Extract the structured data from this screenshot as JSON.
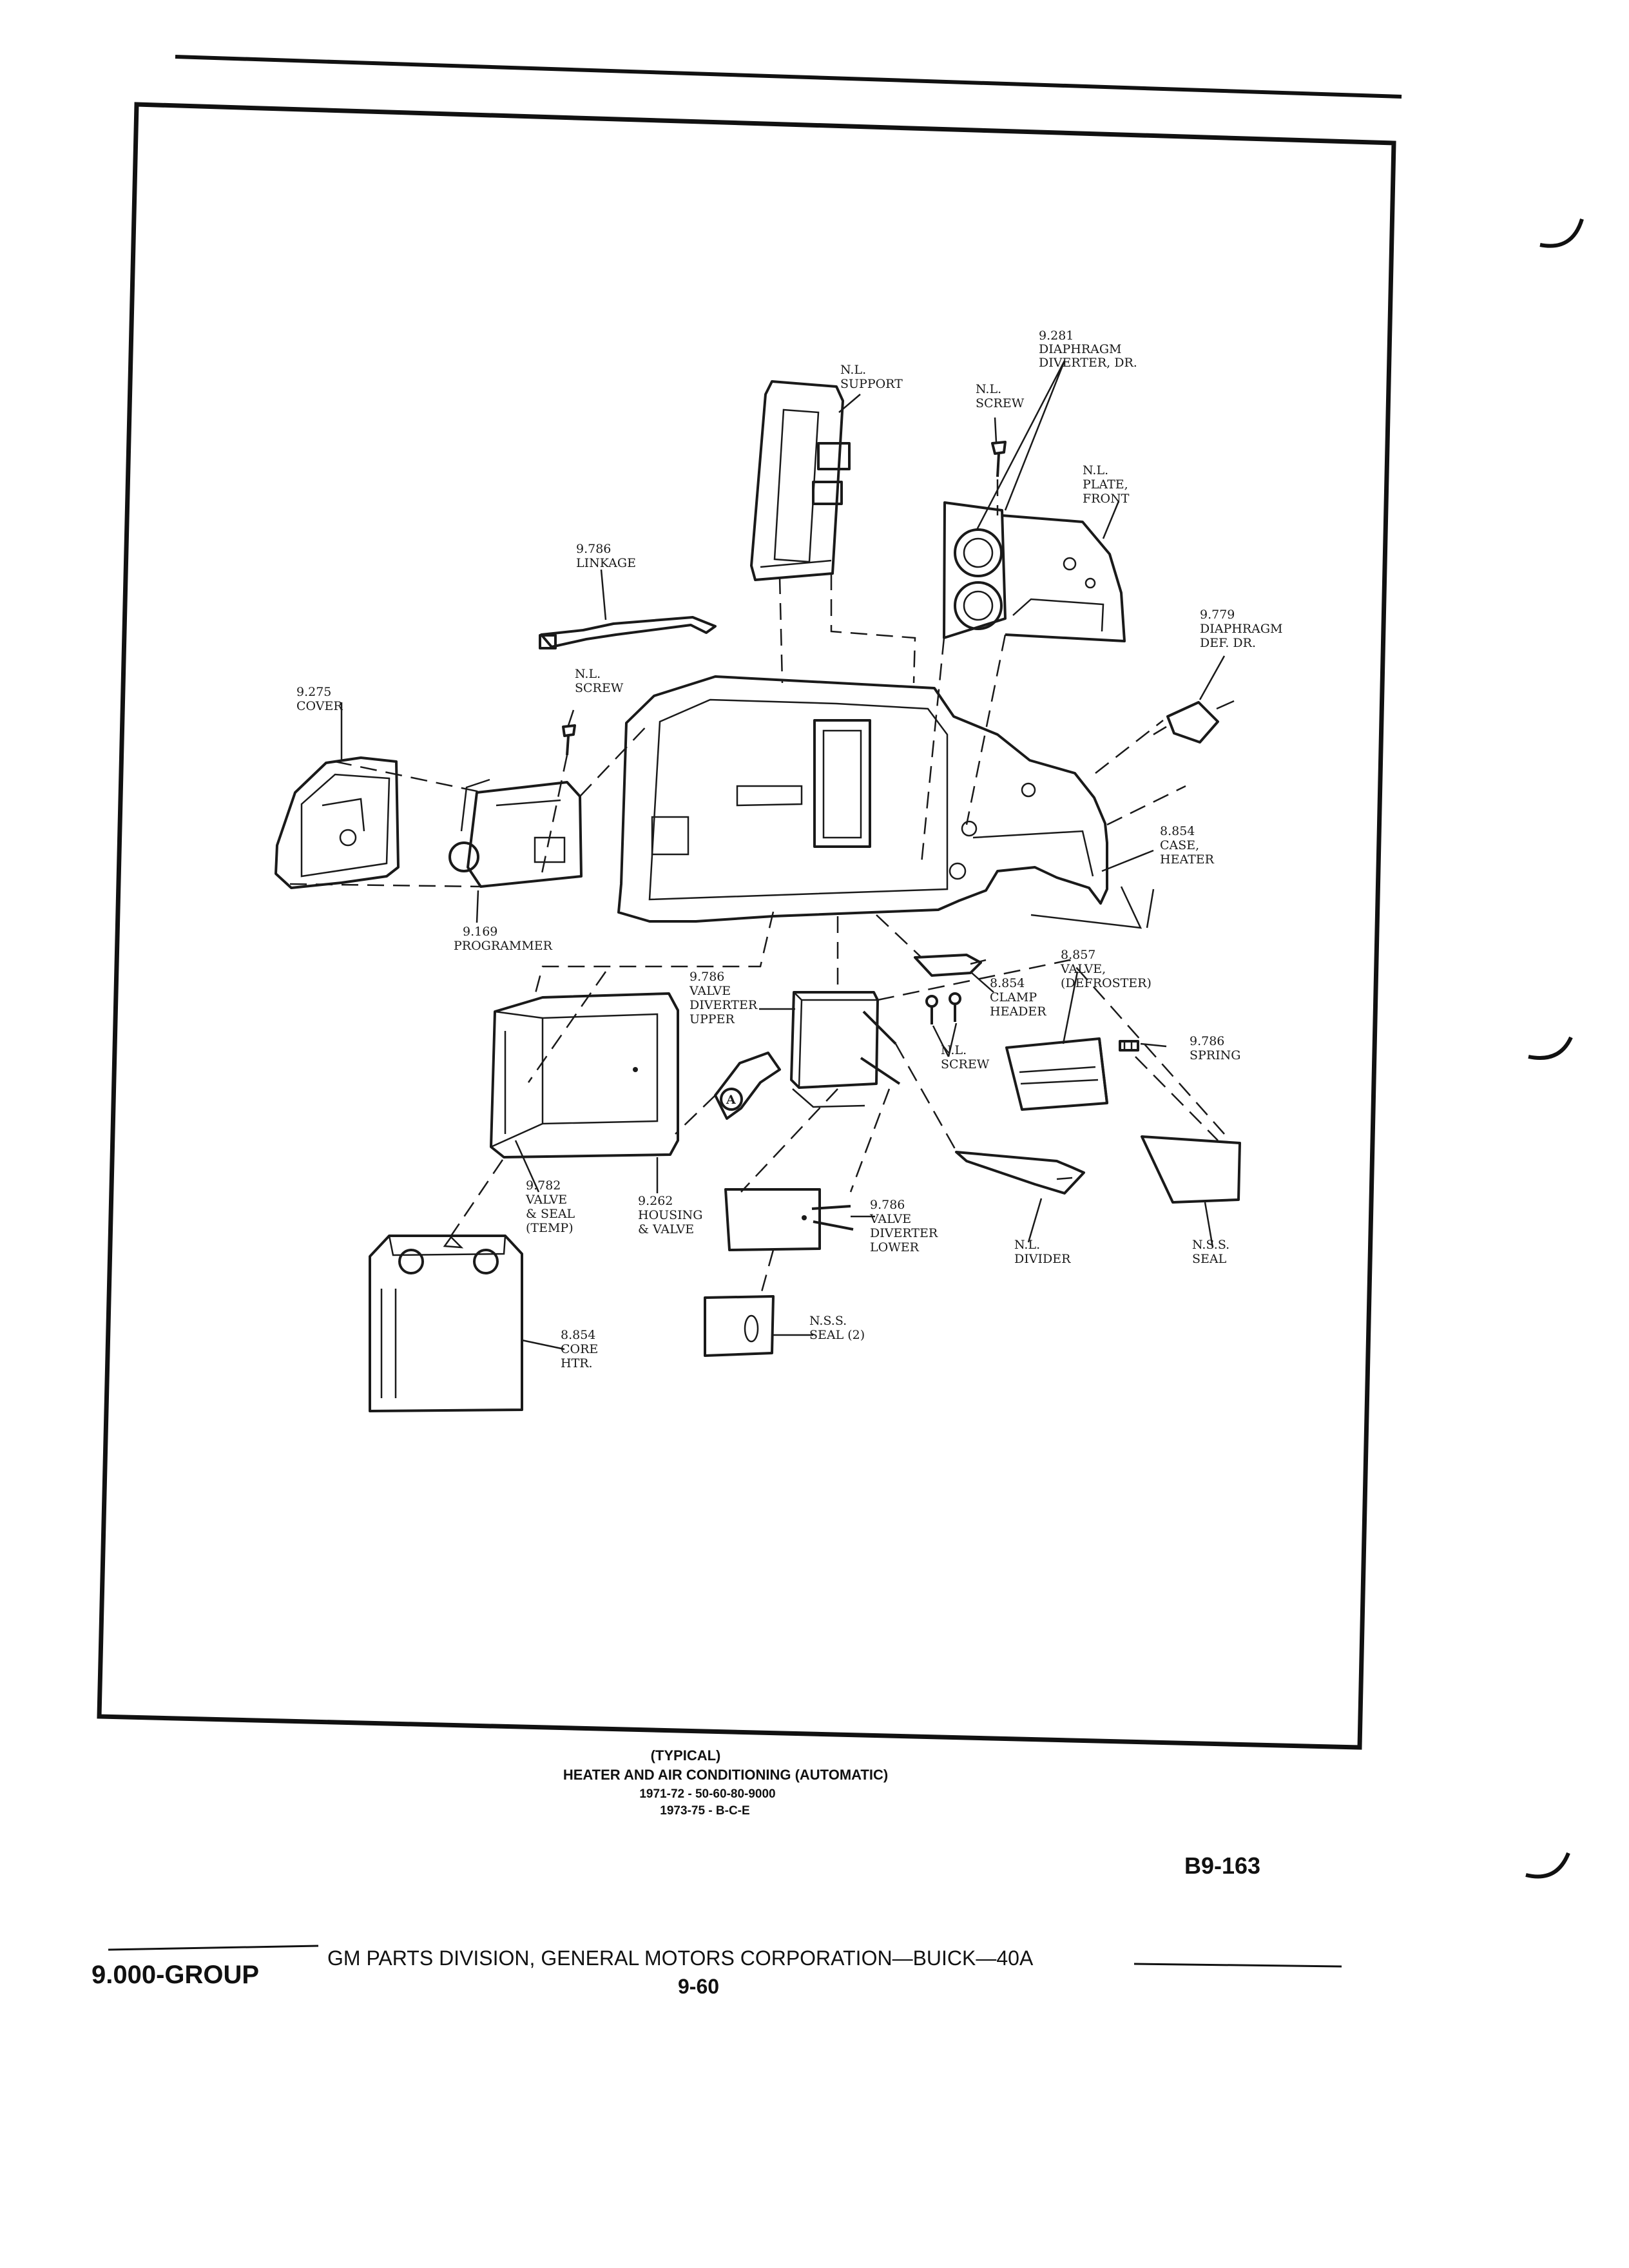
{
  "labels": {
    "diaphragm_diverter": [
      "9.281",
      "DIAPHRAGM",
      "DIVERTER, DR."
    ],
    "support": [
      "N.L.",
      "SUPPORT"
    ],
    "screw_top": [
      "N.L.",
      "SCREW"
    ],
    "plate_front": [
      "N.L.",
      "PLATE,",
      "FRONT"
    ],
    "linkage": [
      "9.786",
      "LINKAGE"
    ],
    "diaphragm_def": [
      "9.779",
      "DIAPHRAGM",
      "DEF. DR."
    ],
    "cover": [
      "9.275",
      "COVER"
    ],
    "screw_left": [
      "N.L.",
      "SCREW"
    ],
    "case_heater": [
      "8.854",
      "CASE,",
      "HEATER"
    ],
    "programmer": [
      "9.169",
      "PROGRAMMER"
    ],
    "valve_defroster": [
      "8.857",
      "VALVE,",
      "(DEFROSTER)"
    ],
    "valve_diverter_upper": [
      "9.786",
      "VALVE",
      "DIVERTER",
      "UPPER"
    ],
    "clamp_header": [
      "8.854",
      "CLAMP",
      "HEADER"
    ],
    "spring": [
      "9.786",
      "SPRING"
    ],
    "screw_mid": [
      "N.L.",
      "SCREW"
    ],
    "arrow_marker": "A",
    "valve_seal_temp": [
      "9.782",
      "VALVE",
      "& SEAL",
      "(TEMP)"
    ],
    "housing_valve": [
      "9.262",
      "HOUSING",
      "& VALVE"
    ],
    "valve_diverter_lower": [
      "9.786",
      "VALVE",
      "DIVERTER",
      "LOWER"
    ],
    "divider": [
      "N.L.",
      "DIVIDER"
    ],
    "seal_nss": [
      "N.S.S.",
      "SEAL"
    ],
    "core_htr": [
      "8.854",
      "CORE",
      "HTR."
    ],
    "seal_nss_2": [
      "N.S.S.",
      "SEAL (2)"
    ]
  },
  "caption": {
    "line1": "(TYPICAL)",
    "line2": "HEATER AND AIR CONDITIONING (AUTOMATIC)",
    "line3": "1971-72 - 50-60-80-9000",
    "line4": "1973-75 - B-C-E"
  },
  "figure_code": "B9-163",
  "footer": {
    "group": "9.000-GROUP",
    "publisher": "GM PARTS DIVISION, GENERAL MOTORS CORPORATION—BUICK—40A",
    "page": "9-60"
  }
}
